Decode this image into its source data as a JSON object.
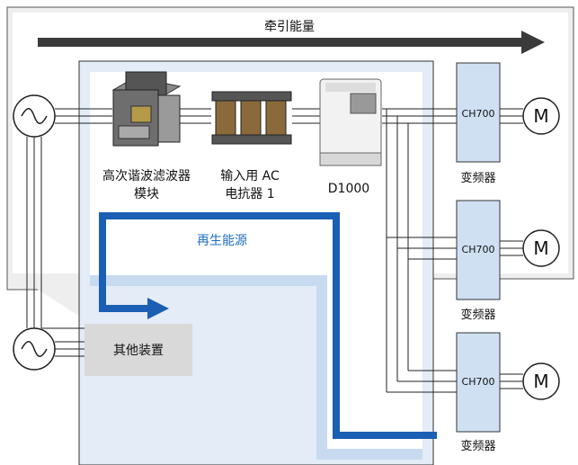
{
  "labels": {
    "traction_energy": "牵引能量",
    "regen_energy": "再生能源",
    "filter_line1": "高次谐波滤波器",
    "filter_line2": "模块",
    "reactor_line1": "输入用 AC",
    "reactor_line2": "电抗器 1",
    "d1000": "D1000",
    "other_devices": "其他装置"
  },
  "inverters": [
    {
      "model": "CH700",
      "caption": "变频器",
      "motor": "M"
    },
    {
      "model": "CH700",
      "caption": "变频器",
      "motor": "M"
    },
    {
      "model": "CH700",
      "caption": "变频器",
      "motor": "M"
    }
  ],
  "colors": {
    "traction_arrow": "#3a3a3a",
    "regen_arrow": "#1a5fb4",
    "regen_text": "#1f6fc0",
    "regen_band": "#c8daf0",
    "inner_box_fill": "#dde8f5",
    "inverter_fill": "#cfe0f3",
    "other_device_fill": "#d9d9d9",
    "frame_gray": "#e6e6e6"
  },
  "icons": {
    "ac_source": "sine-wave-in-circle",
    "motor": "circle-M"
  }
}
